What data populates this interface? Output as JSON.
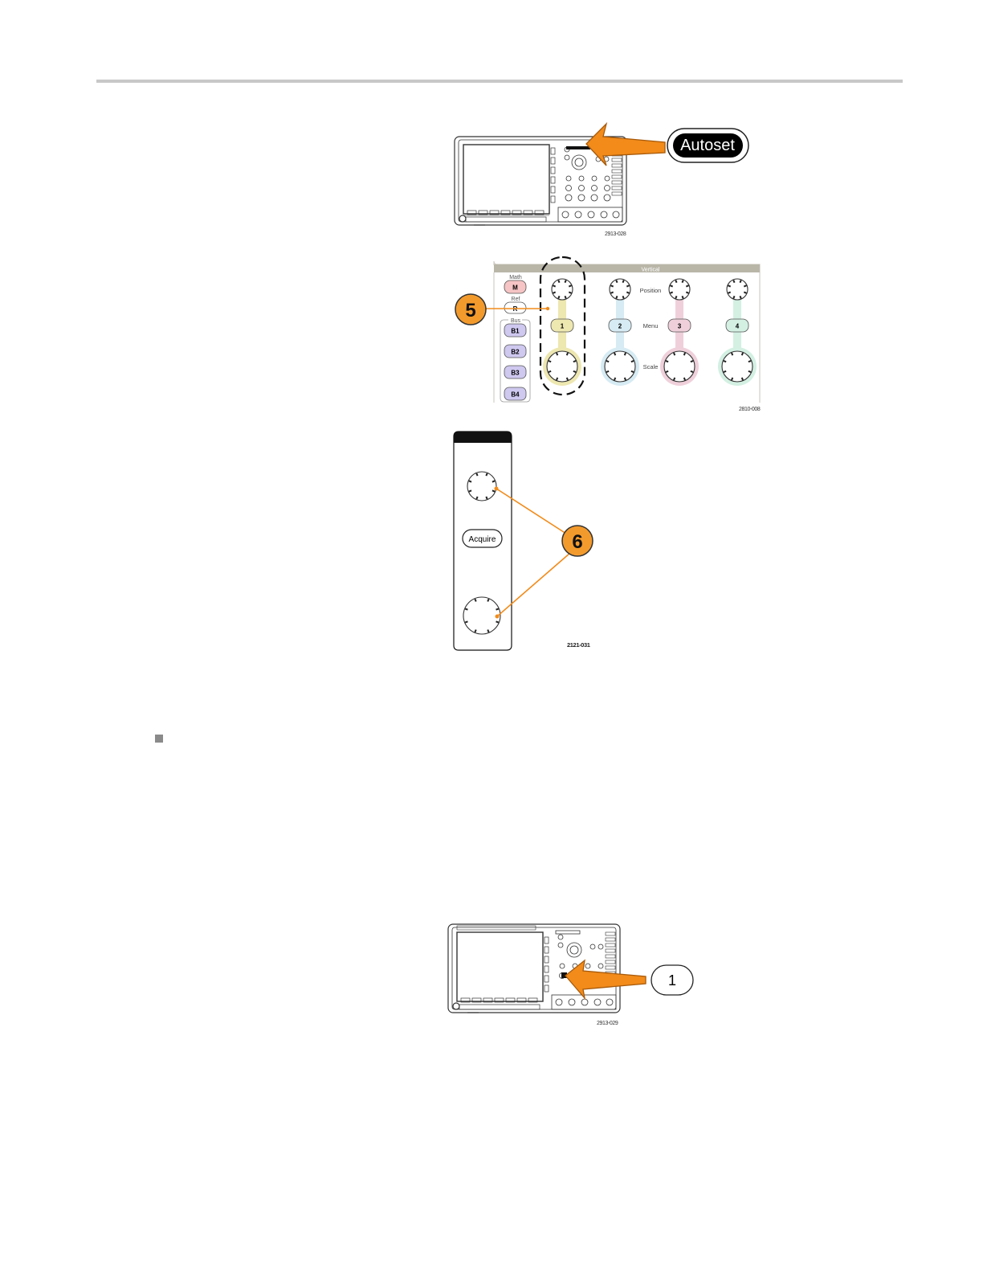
{
  "figure1": {
    "callout": "Autoset",
    "code": "2913-028"
  },
  "figure2": {
    "panel_title": "Vertical",
    "math_label": "Math",
    "math_button": "M",
    "ref_label": "Ref",
    "ref_button": "R",
    "bus_label": "Bus",
    "bus_buttons": [
      "B1",
      "B2",
      "B3",
      "B4"
    ],
    "channel_buttons": [
      "1",
      "2",
      "3",
      "4"
    ],
    "position_label": "Position",
    "menu_label": "Menu",
    "scale_label": "Scale",
    "callout": "5",
    "code": "2810-008"
  },
  "figure3": {
    "acquire_button": "Acquire",
    "callout": "6",
    "code": "2121-031"
  },
  "figure4": {
    "callout": "1",
    "code": "2913-029"
  },
  "colors": {
    "accent_orange": "#f28b1a",
    "ch1_yellow": "#ede7b0",
    "ch2_blue": "#d6ebf3",
    "ch3_pink": "#efd0da",
    "ch4_green": "#d3f0e3",
    "bus_purple": "#cfc8ef",
    "math_red": "#f6c4c4",
    "panel_header": "#b9b6a8"
  }
}
